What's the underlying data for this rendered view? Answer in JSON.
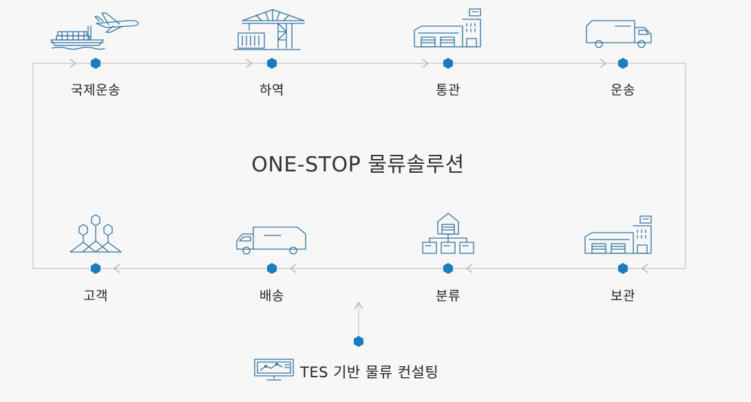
{
  "title": "ONE-STOP 물류솔루션",
  "top_steps": [
    {
      "label": "국제운송",
      "icon": "ship-and-plane-icon"
    },
    {
      "label": "하역",
      "icon": "port-crane-icon"
    },
    {
      "label": "통관",
      "icon": "customs-warehouse-icon"
    },
    {
      "label": "운송",
      "icon": "truck-icon"
    }
  ],
  "bottom_steps": [
    {
      "label": "고객",
      "icon": "hexagon-network-icon"
    },
    {
      "label": "배송",
      "icon": "delivery-truck-icon"
    },
    {
      "label": "분류",
      "icon": "sorting-hierarchy-icon"
    },
    {
      "label": "보관",
      "icon": "storage-warehouse-icon"
    }
  ],
  "consulting": {
    "label": "TES 기반 물류 컨설팅",
    "icon": "monitor-chart-icon"
  },
  "colors": {
    "accent": "#1a7bbf",
    "line": "#c4c4c4",
    "icon_stroke": "#2c6f9e",
    "text": "#222222"
  }
}
